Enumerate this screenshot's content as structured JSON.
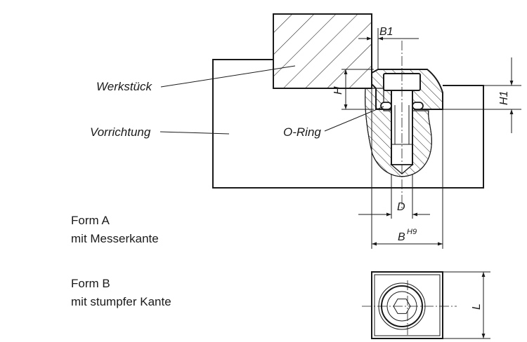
{
  "labels": {
    "workpiece": "Werkstück",
    "fixture": "Vorrichtung",
    "oring": "O-Ring"
  },
  "dimensions": {
    "b1": "B1",
    "h": "H",
    "h1": "H1",
    "d": "D",
    "b": "B",
    "b_tolerance": "H9",
    "l": "L"
  },
  "forms": {
    "a_title": "Form A",
    "a_desc": "mit Messerkante",
    "b_title": "Form B",
    "b_desc": "mit stumpfer Kante"
  }
}
